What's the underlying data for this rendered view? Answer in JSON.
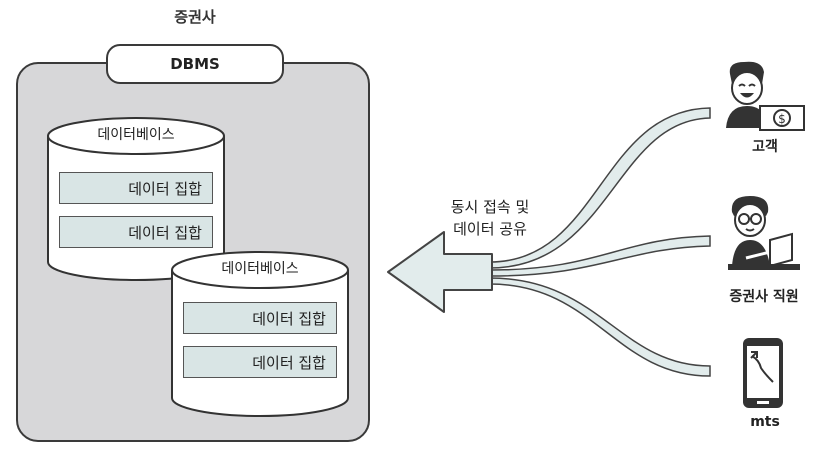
{
  "title": "증권사",
  "dbms_label": "DBMS",
  "databases": [
    {
      "label": "데이터베이스",
      "sets": [
        "데이터 집합",
        "데이터 집합"
      ]
    },
    {
      "label": "데이터베이스",
      "sets": [
        "데이터 집합",
        "데이터 집합"
      ]
    }
  ],
  "arrow_caption": {
    "line1": "동시 접속 및",
    "line2": "데이터 공유"
  },
  "actors": [
    {
      "label": "고객",
      "icon": "customer-with-money-icon"
    },
    {
      "label": "증권사 직원",
      "icon": "employee-at-laptop-icon"
    },
    {
      "label": "mts",
      "icon": "smartphone-chart-icon"
    }
  ]
}
